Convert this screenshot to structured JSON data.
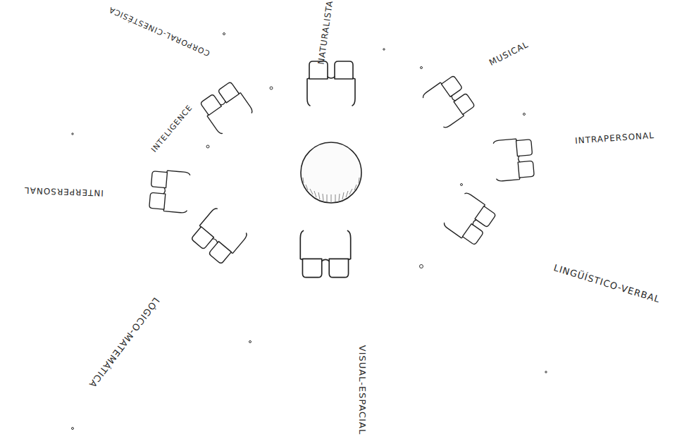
{
  "diagram": {
    "labels": [
      "NATURALISTA",
      "MUSICAL",
      "INTRAPERSONAL",
      "LINGÜÍSTICO-VERBAL",
      "VISUAL-ESPACIAL",
      "LÓGICO-MATEMÁTICA",
      "INTERPERSONAL",
      "INTELIGENCE",
      "CORPORAL-CINESTÉSICA"
    ]
  }
}
